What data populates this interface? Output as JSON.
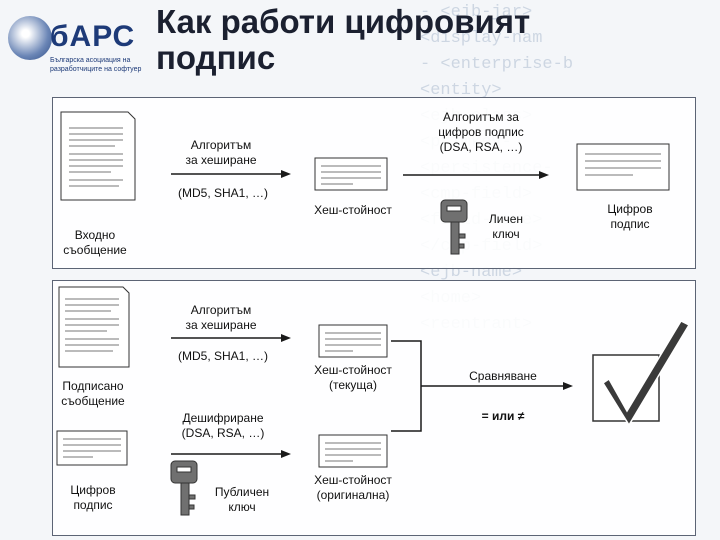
{
  "background_code": [
    "- <ejb-jar>",
    "<display-nam",
    "- <enterprise-b",
    "<entity>",
    "<ejb-class>",
    "<primkey-",
    "<persistence-",
    "<cmp-field>",
    "<field-name>",
    "</cmp-field>",
    "<ejb-name>",
    "<home>",
    "<reentrant>"
  ],
  "logo": {
    "word": "бАРС",
    "tagline": "Българска асоциация на разработчиците на софтуер"
  },
  "title": "Как работи цифровият\nподпис",
  "top": {
    "hash_algo": "Алгоритъм\nза хеширане",
    "hash_algo_examples": "(MD5, SHA1, …)",
    "input_message": "Входно\nсъобщение",
    "hash_value": "Хеш-стойност",
    "sign_algo": "Алгоритъм за\nцифров подпис\n(DSA, RSA, …)",
    "private_key": "Личен\nключ",
    "digital_signature": "Цифров\nподпис"
  },
  "bottom": {
    "hash_algo": "Алгоритъм\nза хеширане",
    "hash_algo_examples": "(MD5, SHA1, …)",
    "signed_message": "Подписано\nсъобщение",
    "hash_current": "Хеш-стойност\n(текуща)",
    "compare": "Сравняване",
    "eq_or_neq": "= или ≠",
    "decrypt": "Дешифриране\n(DSA, RSA, …)",
    "digital_signature": "Цифров\nподпис",
    "public_key": "Публичен\nключ",
    "hash_original": "Хеш-стойност\n(оригинална)"
  },
  "colors": {
    "arrow": "#1a1a1a",
    "key": "#707070",
    "check": "#3a3a3a"
  }
}
